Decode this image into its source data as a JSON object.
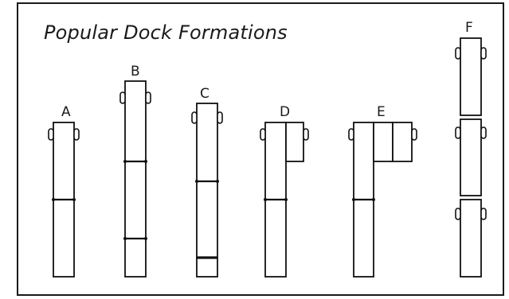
{
  "title": "Popular Dock Formations",
  "formations": [
    {
      "label": "A",
      "sections": 2
    },
    {
      "label": "B",
      "sections": 3
    },
    {
      "label": "C",
      "sections": 3
    },
    {
      "label": "D",
      "sections": 2,
      "side_sections": 1
    },
    {
      "label": "E",
      "sections": 2,
      "side_sections": 2
    },
    {
      "label": "F",
      "sections": 3,
      "detached": true
    }
  ]
}
